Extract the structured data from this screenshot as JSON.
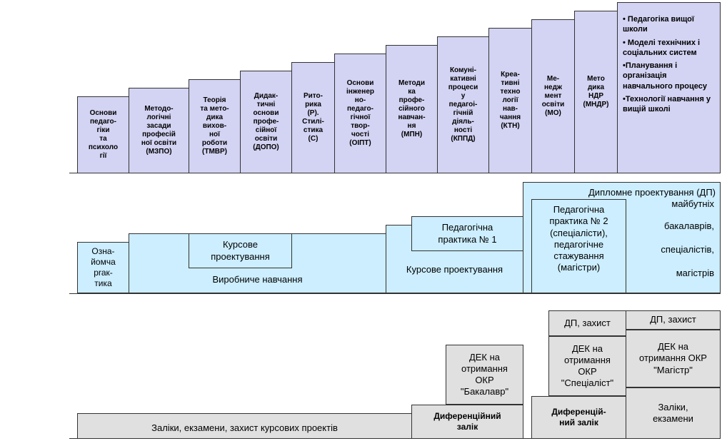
{
  "row1": {
    "disciplines": [
      "Основи\nпедаго-\nгіки\nта\nпсихоло\nгії",
      "Методо-\nлогічні\nзасади\nпрофесій\nної освіти\n(МЗПО)",
      "Теорія\nта мето-\nдика\nвихов-\nної\nроботи\n(ТМВР)",
      "Дидак-\nтичні\nоснови\nпрофе-\nсійної\nосвіти\n(ДОПО)",
      "Рито-\nрика\n(Р).\nСтилі-\nстика\n(С)",
      "Основи\nінженер\nно-\nпедаго-\nгічної\nтвор-\nчості\n(ОІПТ)",
      "Методи\nка\nпрофе-\nсійного\nнавчан-\nня\n(МПН)",
      "Комуні-\nкативні\nпроцеси\nу\nпедагоі-\nгічній\nдіяль-\nності\n(КППД)",
      "Креа-\nтивні\nтехно\nлогії\nнав-\nчання\n(КТН)",
      "Ме-\nнедж\nмент\nосвіти\n(МО)",
      "Мето\nдика\nНДР\n(МНДР)"
    ],
    "bullets": [
      "• Педагогіка вищої школи",
      "• Моделі технічних і соціальних систем",
      "•Планування і організація навчального процесу",
      "•Технології навчання у вищій школі"
    ]
  },
  "row2": {
    "oznayomcha": "Озна-\nйомча\nprак-\nтика",
    "vyrobnyche": "Виробниче навчання",
    "kursove1": "Курсове\nпроектування",
    "kursove2": "Курсове проектування",
    "praktyka1": "Педагогічна\nпрактика № 1",
    "praktyka2": "Педагогічна\nпрактика № 2\n(спеціалісти),\nпедагогічне\nстажування\n(магістри)",
    "diplomne": "Дипломне проектування (ДП)",
    "maybutnikh": "майбутніх",
    "bakalavriv": "бакалаврів,",
    "specialistiv": "спеціалістів,",
    "magistriv": "магістрів"
  },
  "row3": {
    "zaliky_main": "Заліки,  екзамени, захист курсових проектів",
    "dyf1": "Диференційний\nзалік",
    "dek_bak": "ДЕК на\nотримання\nОКР\n\"Бакалавр\"",
    "dp_zakhyst_1": "ДП, захист",
    "dek_spec": "ДЕК на\nотримання\nОКР\n\"Спеціаліст\"",
    "dyf2": "Диференцій-\nний залік",
    "dp_zakhyst_2": "ДП, захист",
    "dek_mag": "ДЕК на\nотримання  ОКР\n\"Магістр\"",
    "zaliky_mag": "Заліки,\nекзамени"
  },
  "colors": {
    "lavender": "#d3d3f3",
    "light_blue": "#cceeff",
    "grey": "#e0e0e0"
  }
}
